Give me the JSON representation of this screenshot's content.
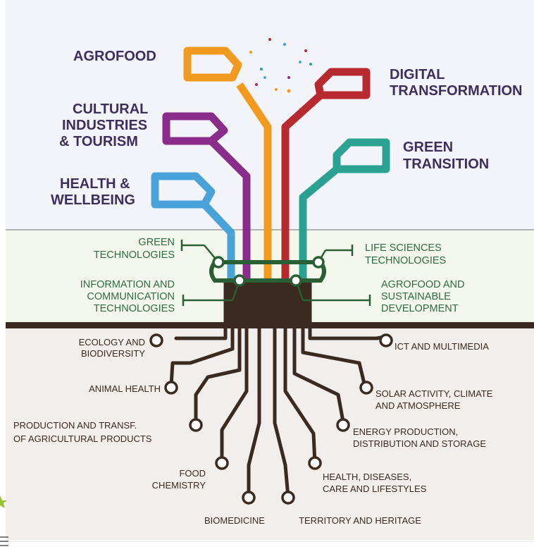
{
  "colors": {
    "agrofood": "#f29a1f",
    "digital": "#b72a2f",
    "cultural": "#8a2c8b",
    "green": "#2ba291",
    "health": "#4aa3d8",
    "technology_green": "#2a5e34",
    "roots_brown": "#3b2a20"
  },
  "sectors": {
    "agrofood": "AGROFOOD",
    "digital_1": "DIGITAL",
    "digital_2": "TRANSFORMATION",
    "cultural_1": "CULTURAL",
    "cultural_2": "INDUSTRIES",
    "cultural_3": "& TOURISM",
    "green_1": "GREEN",
    "green_2": "TRANSITION",
    "health_1": "HEALTH &",
    "health_2": "WELLBEING"
  },
  "technologies": {
    "green_tech_1": "GREEN",
    "green_tech_2": "TECHNOLOGIES",
    "ict_1": "INFORMATION AND",
    "ict_2": "COMMUNICATION",
    "ict_3": "TECHNOLOGIES",
    "life_1": "LIFE SCIENCES",
    "life_2": "TECHNOLOGIES",
    "agro_dev_1": "AGROFOOD AND",
    "agro_dev_2": "SUSTAINABLE",
    "agro_dev_3": "DEVELOPMENT"
  },
  "research_areas": {
    "ecology_1": "ECOLOGY AND",
    "ecology_2": "BIODIVERSITY",
    "animal_health": "ANIMAL HEALTH",
    "production_1": "PRODUCTION AND TRANSF.",
    "production_2": "OF AGRICULTURAL PRODUCTS",
    "food_1": "FOOD",
    "food_2": "CHEMISTRY",
    "biomedicine": "BIOMEDICINE",
    "territory": "TERRITORY AND HERITAGE",
    "ict_multimedia": "ICT AND MULTIMEDIA",
    "solar_1": "SOLAR ACTIVITY, CLIMATE",
    "solar_2": "AND ATMOSPHERE",
    "energy_1": "ENERGY PRODUCTION,",
    "energy_2": "DISTRIBUTION AND STORAGE",
    "health_d_1": "HEALTH, DISEASES,",
    "health_d_2": "CARE AND LIFESTYLES"
  }
}
